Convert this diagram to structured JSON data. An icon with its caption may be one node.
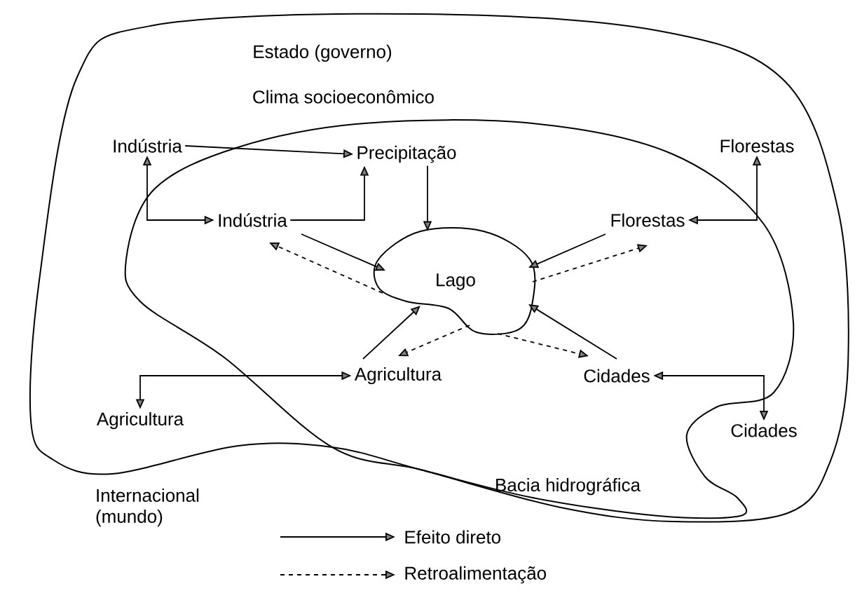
{
  "diagram": {
    "nodes": [
      {
        "text": [
          "Estado (governo)",
          "Clima socioeconômico"
        ]
      },
      {
        "text": [
          "Bacia hidrográfica"
        ],
        "in": 0
      },
      {
        "text": [
          "Lago"
        ],
        "in": 1
      },
      {
        "text": [
          "Indústria"
        ],
        "in": 0
      },
      {
        "text": [
          "Precipitação"
        ],
        "in": 1
      },
      {
        "text": [
          "Florestas"
        ],
        "in": 0
      },
      {
        "text": [
          "Indústria"
        ],
        "in": 1
      },
      {
        "text": [
          "Florestas"
        ],
        "in": 1
      },
      {
        "text": [
          "Agricultura"
        ],
        "in": 1
      },
      {
        "text": [
          "Cidades"
        ],
        "in": 1
      },
      {
        "text": [
          "Agricultura"
        ],
        "in": 0
      },
      {
        "text": [
          "Cidades"
        ],
        "in": 0
      }
    ],
    "edges": [
      {
        "from": 3,
        "to": 4,
        "arrow": "to"
      },
      {
        "from": 3,
        "to": 6,
        "arrow": "both"
      },
      {
        "from": 6,
        "to": 4,
        "arrow": "to"
      },
      {
        "from": 4,
        "to": 2,
        "arrow": "to"
      },
      {
        "from": 6,
        "to": 2,
        "arrow": "to"
      },
      {
        "from": 2,
        "to": 6,
        "arrow": "to",
        "style": "dashed"
      },
      {
        "from": 7,
        "to": 2,
        "arrow": "to"
      },
      {
        "from": 2,
        "to": 7,
        "arrow": "to",
        "style": "dashed"
      },
      {
        "from": 8,
        "to": 2,
        "arrow": "to"
      },
      {
        "from": 2,
        "to": 8,
        "arrow": "to",
        "style": "dashed"
      },
      {
        "from": 9,
        "to": 2,
        "arrow": "to"
      },
      {
        "from": 2,
        "to": 9,
        "arrow": "to",
        "style": "dashed"
      },
      {
        "from": 7,
        "to": 5,
        "arrow": "both"
      },
      {
        "from": 9,
        "to": 11,
        "arrow": "both"
      },
      {
        "from": 8,
        "to": 10,
        "arrow": "both"
      }
    ],
    "labels": [
      "Internacional (mundo)"
    ],
    "legend": [
      {
        "text": "Efeito direto"
      },
      {
        "text": "Retroalimentação"
      }
    ]
  }
}
